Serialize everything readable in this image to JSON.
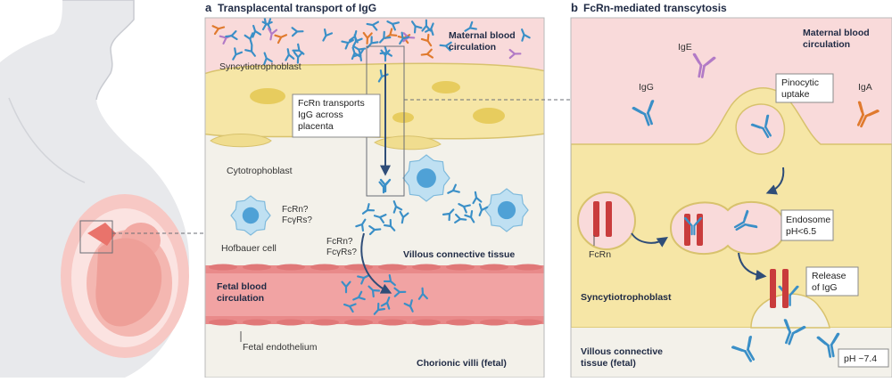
{
  "panel_a": {
    "letter": "a",
    "title": "Transplacental transport of IgG",
    "labels": {
      "maternal": [
        "Maternal blood",
        "circulation"
      ],
      "syncytio": "Syncytiotrophoblast",
      "fcrn_box": [
        "FcRn transports",
        "IgG across",
        "placenta"
      ],
      "cyto": "Cytotrophoblast",
      "hof_q": [
        "FcRn?",
        "FcγRs?"
      ],
      "hofbauer": "Hofbauer cell",
      "fcrn_q2": [
        "FcRn?",
        "FcγRs?"
      ],
      "villous": "Villous connective tissue",
      "fetal_blood": [
        "Fetal blood",
        "circulation"
      ],
      "fetal_endo": "Fetal endothelium",
      "chorionic": "Chorionic villi (fetal)"
    }
  },
  "panel_b": {
    "letter": "b",
    "title": "FcRn-mediated transcytosis",
    "labels": {
      "maternal": [
        "Maternal blood",
        "circulation"
      ],
      "ige": "IgE",
      "igg": "IgG",
      "iga": "IgA",
      "pino": [
        "Pinocytic",
        "uptake"
      ],
      "endosome": [
        "Endosome",
        "pH<6.5"
      ],
      "fcrn": "FcRn",
      "syncytio": "Syncytiotrophoblast",
      "release": [
        "Release",
        "of IgG"
      ],
      "villous": [
        "Villous connective",
        "tissue (fetal)"
      ],
      "ph": "pH ~7.4"
    }
  },
  "colors": {
    "igg": "#3a8fc7",
    "ige": "#b27ac6",
    "iga": "#e07a2e",
    "fcrn": "#c93c3c",
    "syncytio": "#f6e6a6",
    "maternal": "#f9dada",
    "tissue": "#f3f1ea",
    "fetal_vessel": "#f1a3a3",
    "arrow": "#2f4d78"
  }
}
